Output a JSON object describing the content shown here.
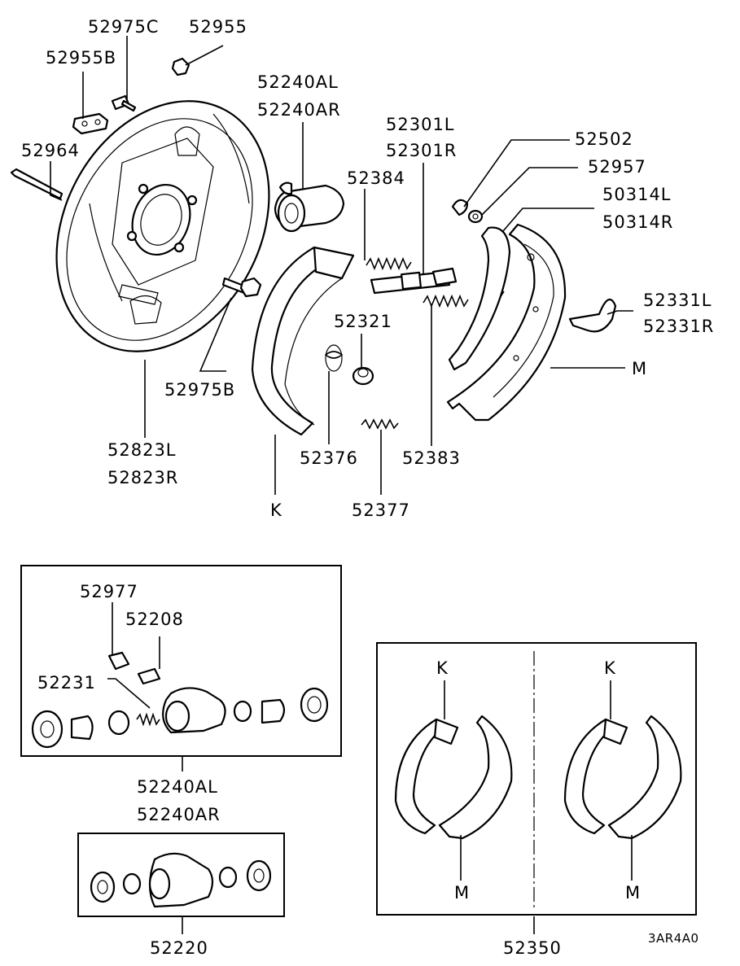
{
  "labels": {
    "l52975C": "52975C",
    "l52955": "52955",
    "l52955B": "52955B",
    "l52964": "52964",
    "l52240AL": "52240AL",
    "l52240AR": "52240AR",
    "l52301L": "52301L",
    "l52301R": "52301R",
    "l52384": "52384",
    "l52502": "52502",
    "l52957": "52957",
    "l50314L": "50314L",
    "l50314R": "50314R",
    "l52331L": "52331L",
    "l52331R": "52331R",
    "l52321": "52321",
    "lM": "M",
    "l52975B": "52975B",
    "l52823L": "52823L",
    "l52823R": "52823R",
    "l52376": "52376",
    "l52383": "52383",
    "lK": "K",
    "l52377": "52377",
    "l52977": "52977",
    "l52208": "52208",
    "l52231": "52231",
    "l52240AL_b": "52240AL",
    "l52240AR_b": "52240AR",
    "l52220": "52220",
    "lK1": "K",
    "lK2": "K",
    "lM1": "M",
    "lM2": "M",
    "l52350": "52350",
    "code": "3AR4A0"
  },
  "colors": {
    "ink": "#000000",
    "paper": "#ffffff"
  }
}
